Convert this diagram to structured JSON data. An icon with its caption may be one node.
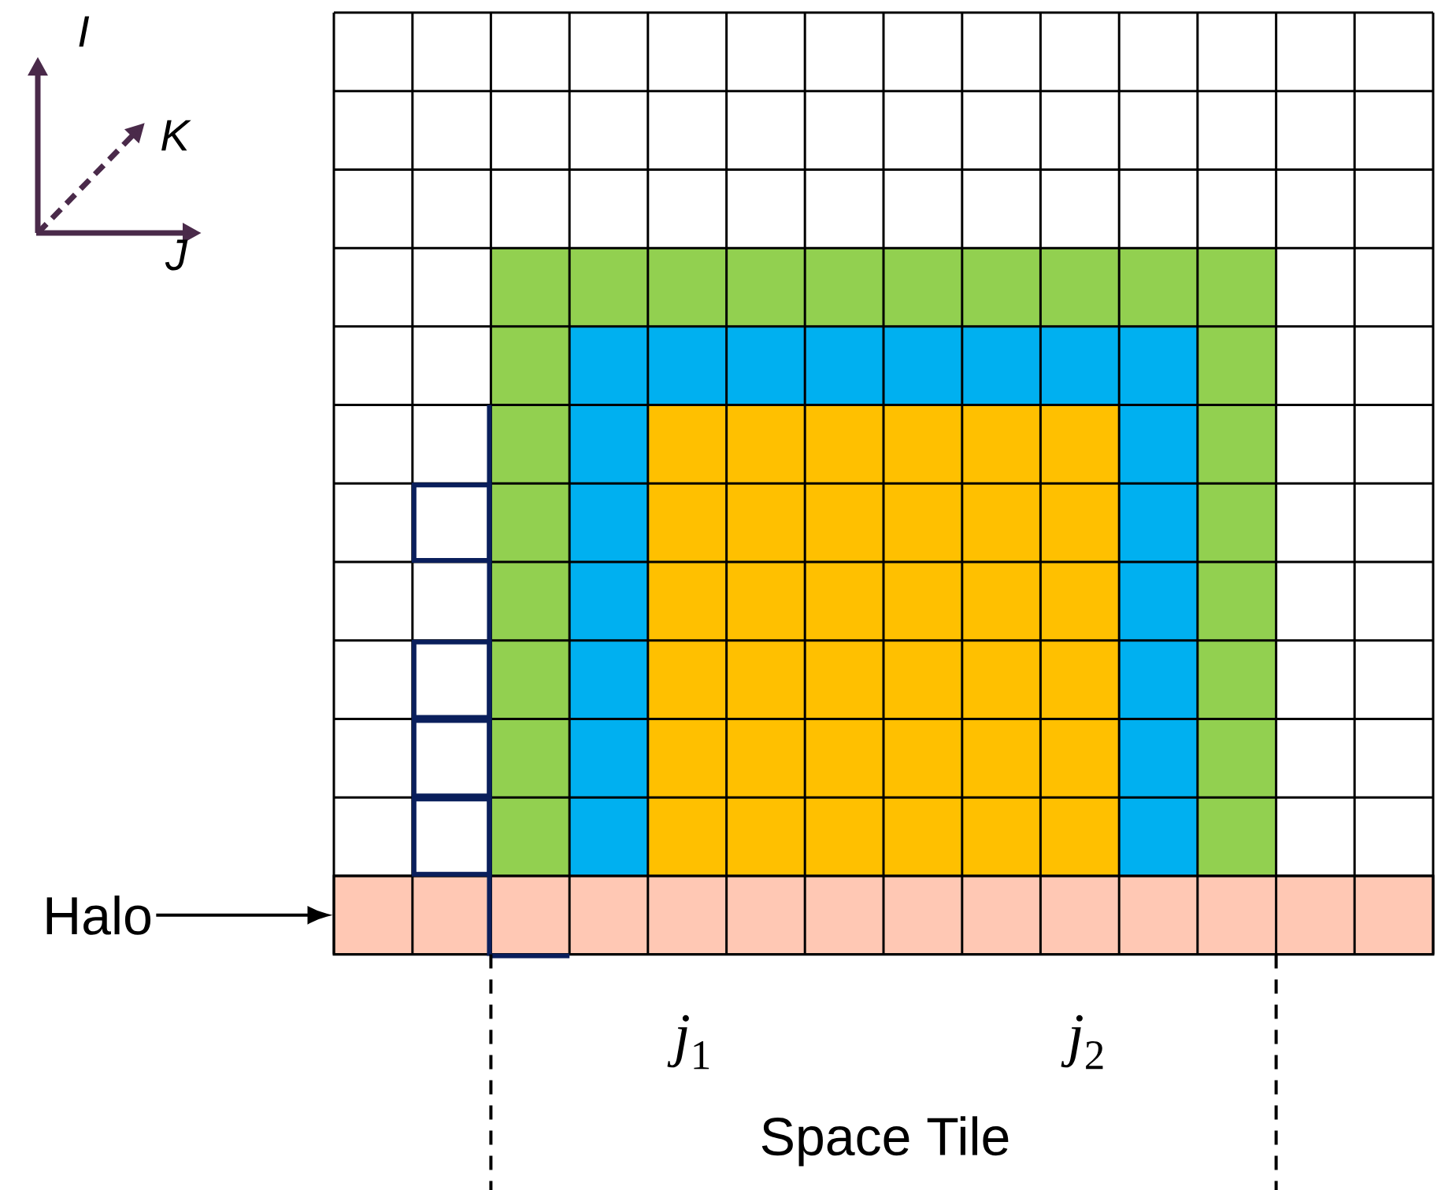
{
  "diagram": {
    "nodes": [
      {
        "text": [
          "Halo"
        ]
      },
      {
        "text": [],
        "shape": "bar"
      }
    ],
    "edges": [
      {
        "from": 0,
        "to": 1,
        "arrow": "to"
      }
    ],
    "labels": [
      "I",
      "K",
      "J",
      "*j*$_{1}$",
      "*j*$_{2}$",
      "Space Tile"
    ]
  }
}
